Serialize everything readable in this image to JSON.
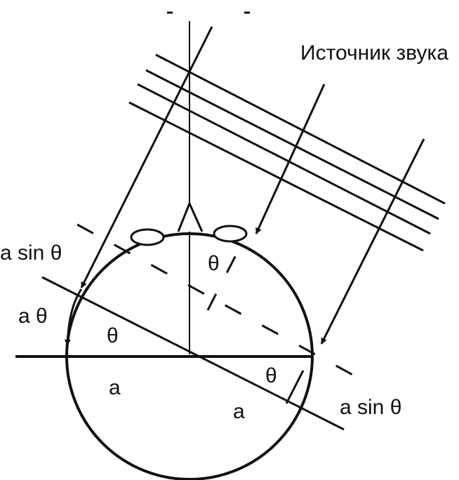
{
  "labels": {
    "source": "Источник звука",
    "a_sin_theta_left": "a sin θ",
    "a_theta": "a θ",
    "theta_top": "θ",
    "theta_left": "θ",
    "theta_right": "θ",
    "a_left": "a",
    "a_right": "a",
    "a_sin_theta_right": "a sin θ"
  },
  "colors": {
    "ink": "#111111",
    "background": "#ffffff"
  }
}
